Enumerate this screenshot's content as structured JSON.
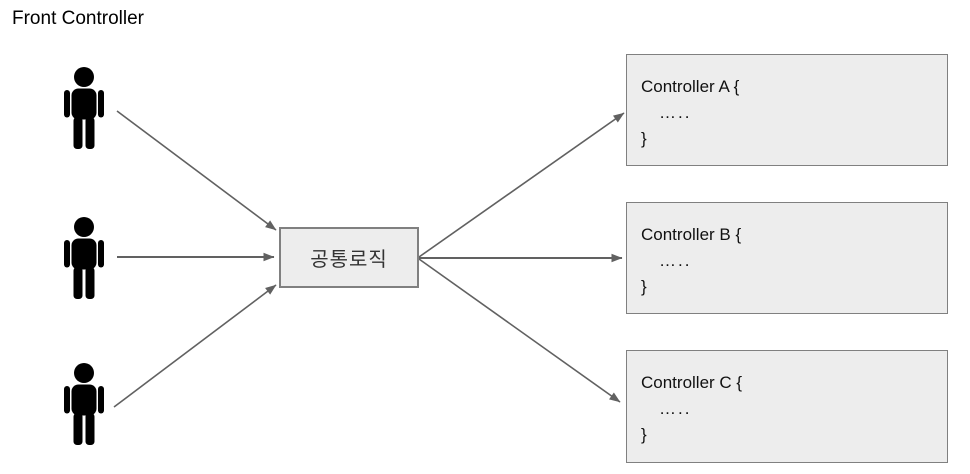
{
  "diagram": {
    "title": "Front Controller",
    "center_node": {
      "label": "공통로직"
    },
    "client_nodes": [
      {
        "icon": "person-icon"
      },
      {
        "icon": "person-icon"
      },
      {
        "icon": "person-icon"
      }
    ],
    "controller_nodes": [
      {
        "lines": [
          "Controller A {",
          "…..",
          "}"
        ]
      },
      {
        "lines": [
          "Controller B {",
          "…..",
          "}"
        ]
      },
      {
        "lines": [
          "Controller C {",
          "…..",
          "}"
        ]
      }
    ],
    "edges": [
      {
        "from": "client-1",
        "to": "common-logic"
      },
      {
        "from": "client-2",
        "to": "common-logic"
      },
      {
        "from": "client-3",
        "to": "common-logic"
      },
      {
        "from": "common-logic",
        "to": "controller-a"
      },
      {
        "from": "common-logic",
        "to": "controller-b"
      },
      {
        "from": "common-logic",
        "to": "controller-c"
      }
    ],
    "colors": {
      "node_fill": "#ededed",
      "node_border": "#808080",
      "arrow": "#616161",
      "title_text": "#000000",
      "node_text": "#333333",
      "person_icon": "#000000"
    }
  }
}
